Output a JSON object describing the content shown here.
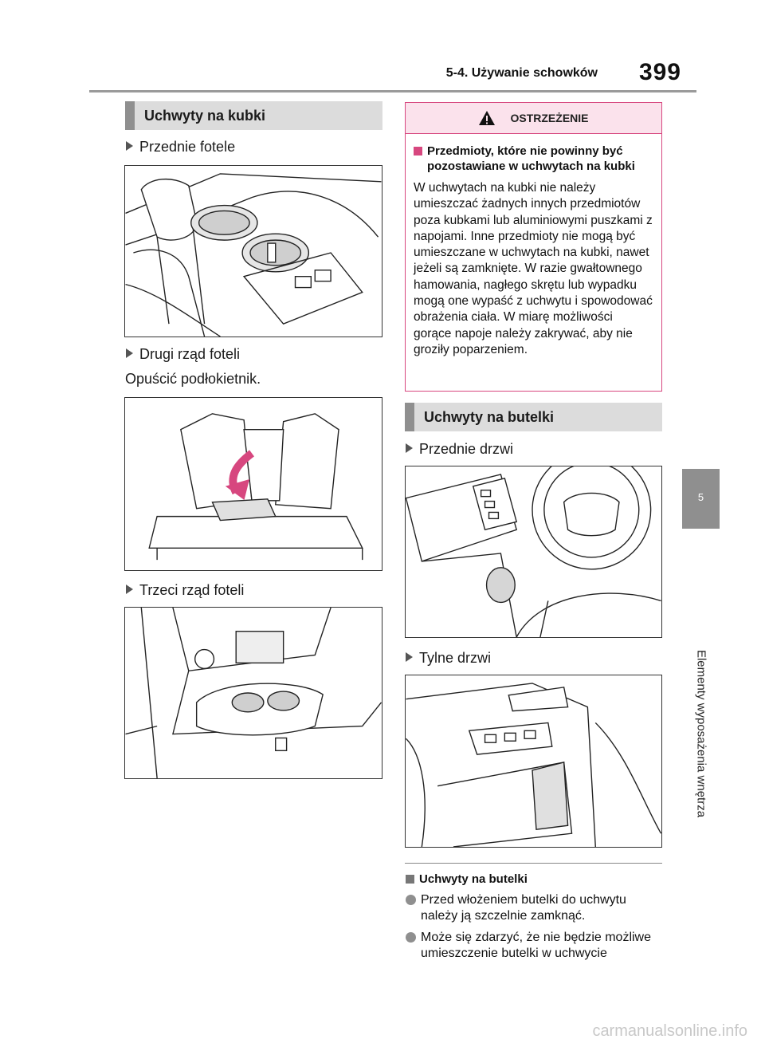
{
  "header": {
    "section_title": "5-4. Używanie schowków",
    "page_number": "399"
  },
  "side_tab": {
    "chapter_number": "5",
    "chapter_title": "Elementy wyposażenia wnętrza"
  },
  "left": {
    "heading": "Uchwyty na kubki",
    "sub1": "Przednie fotele",
    "sub2": "Drugi rząd foteli",
    "sub2_text": "Opuścić podłokietnik.",
    "sub3": "Trzeci rząd foteli"
  },
  "warning": {
    "title": "OSTRZEŻENIE",
    "subtitle": "Przedmioty, które nie powinny być pozostawiane w uchwytach na kubki",
    "body": "W uchwytach na kubki nie należy umieszczać żadnych innych przedmiotów poza kubkami lub aluminiowymi puszkami z napojami. Inne przedmioty nie mogą być umieszczane w uchwytach na kubki, nawet jeżeli są zamknięte. W razie gwałtownego hamowania, nagłego skrętu lub wypadku mogą one wypaść z uchwytu i spowodować obrażenia ciała. W miarę możliwości gorące napoje należy zakrywać, aby nie groziły poparzeniem."
  },
  "right": {
    "heading": "Uchwyty na butelki",
    "sub1": "Przednie drzwi",
    "sub2": "Tylne drzwi"
  },
  "notes": {
    "heading": "Uchwyty na butelki",
    "bullets": [
      "Przed włożeniem butelki do uchwytu należy ją szczelnie zamknąć.",
      "Może się zdarzyć, że nie będzie możliwe umieszczenie butelki w uchwycie"
    ]
  },
  "watermark": "carmanualsonline.info",
  "colors": {
    "warning_accent": "#d7477f",
    "heading_bar": "#8f8f8f",
    "heading_bg": "#dcdcdc"
  }
}
